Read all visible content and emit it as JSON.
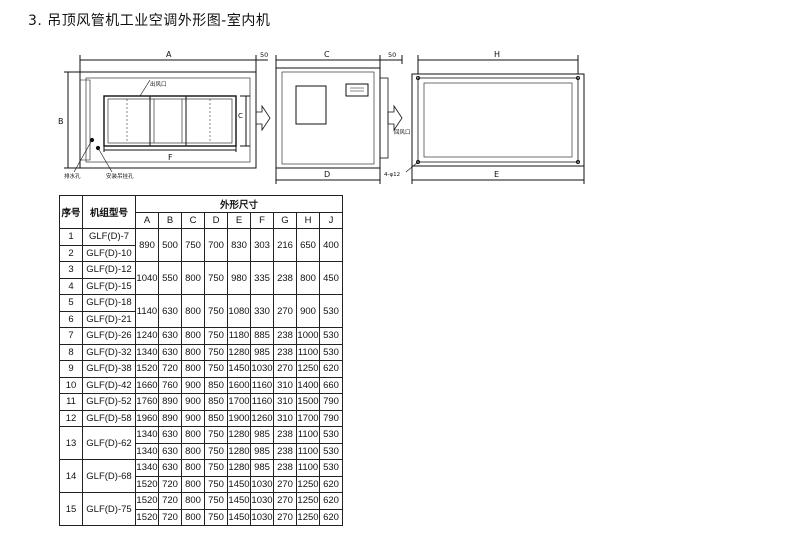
{
  "title": "3. 吊顶风管机工业空调外形图-室内机",
  "drawing": {
    "front": {
      "dim_a": "A",
      "dim_b": "B",
      "dim_c": "C",
      "dim_f": "F",
      "dim_50": "50",
      "label_outlet": "出风口",
      "label_drain": "排水孔",
      "label_hole": "安装吊挂孔"
    },
    "side": {
      "dim_c": "C",
      "dim_d": "D",
      "dim_50": "50",
      "label_return": "回风口"
    },
    "top": {
      "dim_h": "H",
      "dim_e": "E",
      "label_holes": "4-φ12"
    }
  },
  "table": {
    "headers": {
      "seq": "序号",
      "model": "机组型号",
      "dims": "外形尺寸",
      "cols": [
        "A",
        "B",
        "C",
        "D",
        "E",
        "F",
        "G",
        "H",
        "J"
      ]
    },
    "rows": [
      {
        "seq": "1",
        "models": [
          "GLF(D)-7",
          "GLF(D)-10"
        ],
        "seq2": "2",
        "data": [
          [
            "890",
            "500",
            "750",
            "700",
            "830",
            "303",
            "216",
            "650",
            "400"
          ]
        ]
      },
      {
        "seq": "3",
        "models": [
          "GLF(D)-12",
          "GLF(D)-15"
        ],
        "seq2": "4",
        "data": [
          [
            "1040",
            "550",
            "800",
            "750",
            "980",
            "335",
            "238",
            "800",
            "450"
          ]
        ]
      },
      {
        "seq": "5",
        "models": [
          "GLF(D)-18",
          "GLF(D)-21"
        ],
        "seq2": "6",
        "data": [
          [
            "1140",
            "630",
            "800",
            "750",
            "1080",
            "330",
            "270",
            "900",
            "530"
          ]
        ]
      },
      {
        "seq": "7",
        "model": "GLF(D)-26",
        "data": [
          "1240",
          "630",
          "800",
          "750",
          "1180",
          "885",
          "238",
          "1000",
          "530"
        ]
      },
      {
        "seq": "8",
        "model": "GLF(D)-32",
        "data": [
          "1340",
          "630",
          "800",
          "750",
          "1280",
          "985",
          "238",
          "1100",
          "530"
        ]
      },
      {
        "seq": "9",
        "model": "GLF(D)-38",
        "data": [
          "1520",
          "720",
          "800",
          "750",
          "1450",
          "1030",
          "270",
          "1250",
          "620"
        ]
      },
      {
        "seq": "10",
        "model": "GLF(D)-42",
        "data": [
          "1660",
          "760",
          "900",
          "850",
          "1600",
          "1160",
          "310",
          "1400",
          "660"
        ]
      },
      {
        "seq": "11",
        "model": "GLF(D)-52",
        "data": [
          "1760",
          "890",
          "900",
          "850",
          "1700",
          "1160",
          "310",
          "1500",
          "790"
        ]
      },
      {
        "seq": "12",
        "model": "GLF(D)-58",
        "data": [
          "1960",
          "890",
          "900",
          "850",
          "1900",
          "1260",
          "310",
          "1700",
          "790"
        ]
      },
      {
        "seq": "13",
        "model": "GLF(D)-62",
        "data2": [
          [
            "1340",
            "630",
            "800",
            "750",
            "1280",
            "985",
            "238",
            "1100",
            "530"
          ],
          [
            "1340",
            "630",
            "800",
            "750",
            "1280",
            "985",
            "238",
            "1100",
            "530"
          ]
        ]
      },
      {
        "seq": "14",
        "model": "GLF(D)-68",
        "data2": [
          [
            "1340",
            "630",
            "800",
            "750",
            "1280",
            "985",
            "238",
            "1100",
            "530"
          ],
          [
            "1520",
            "720",
            "800",
            "750",
            "1450",
            "1030",
            "270",
            "1250",
            "620"
          ]
        ]
      },
      {
        "seq": "15",
        "model": "GLF(D)-75",
        "data2": [
          [
            "1520",
            "720",
            "800",
            "750",
            "1450",
            "1030",
            "270",
            "1250",
            "620"
          ],
          [
            "1520",
            "720",
            "800",
            "750",
            "1450",
            "1030",
            "270",
            "1250",
            "620"
          ]
        ]
      }
    ]
  }
}
